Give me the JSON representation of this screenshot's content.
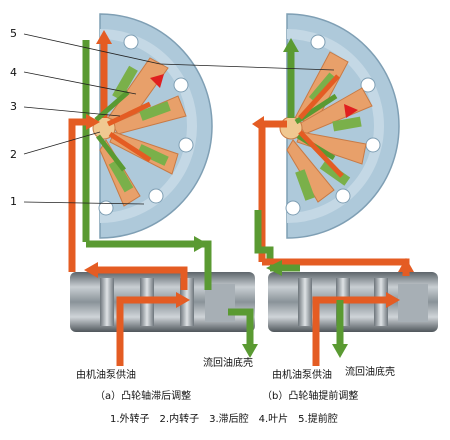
{
  "callouts": [
    "5",
    "4",
    "3",
    "2",
    "1"
  ],
  "supply_label_left": "由机油泵供油",
  "return_label_left": "流回油底壳",
  "supply_label_right": "由机油泵供油",
  "return_label_right": "流回油底壳",
  "caption_left": "（a）凸轮轴滞后调整",
  "caption_right": "（b）凸轮轴提前调整",
  "legend": "1.外转子　2.内转子　3.滞后腔　4.叶片　5.提前腔",
  "colors": {
    "housing": "#aec9da",
    "housing_edge": "#7f9fb4",
    "rotor_orange": "#e8a06a",
    "vane_green": "#7ab04a",
    "orange_arrow": "#e45c23",
    "green_arrow": "#5a9a32",
    "red_mark": "#e01f1f",
    "shaft": "#8c959c"
  }
}
